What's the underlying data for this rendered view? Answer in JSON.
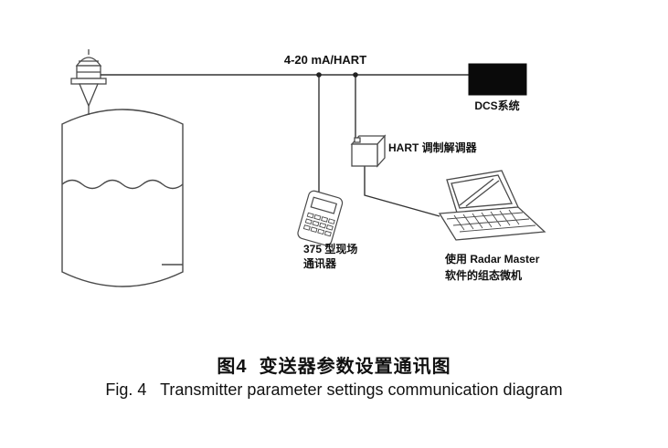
{
  "diagram": {
    "signal_label": "4-20 mA/HART",
    "dcs_label": "DCS系统",
    "modem_label": "HART 调制解调器",
    "communicator_label_line1": "375 型现场",
    "communicator_label_line2": "通讯器",
    "laptop_label_line1": "使用 Radar Master",
    "laptop_label_line2": "软件的组态微机"
  },
  "caption": {
    "zh": "图4  变送器参数设置通讯图",
    "en": "Fig. 4   Transmitter parameter settings communication diagram"
  },
  "colors": {
    "stroke": "#4a4a4a",
    "dcs_fill": "#0a0a0a",
    "text": "#111111"
  }
}
